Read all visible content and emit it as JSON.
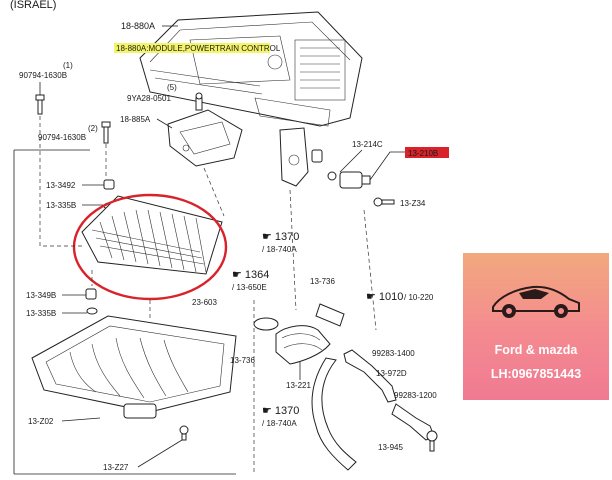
{
  "header": {
    "title": "(ISRAEL)"
  },
  "callouts": {
    "module_ref": "18-880A",
    "module_caption": "18-880A:MODULE,POWERTRAIN CONTROL",
    "bolt_ref_1": "90794-1630B",
    "bolt_ref_1_qty": "(1)",
    "bolt_ref_2": "90794-1630B",
    "bolt_ref_2_qty": "(2)",
    "bulb_ref": "9YA28-0501",
    "bulb_ref_qty": "(5)",
    "bracket_ref": "18-885A",
    "grommet_top": "13-3492",
    "grommet_top_b": "13-335B",
    "grommet_bottom": "13-349B",
    "grommet_bottom_b": "13-335B",
    "sensor_ref": "13-214C",
    "sensor_highlight": "13-210B",
    "screw_ref": "13-Z34",
    "filter_ref": "23-603",
    "lower_case_ref": "13-Z02",
    "clip_ref": "13-Z27",
    "link_1370_a": "1370",
    "link_1370_a_sub": "/ 18-740A",
    "link_1364": "1364",
    "link_1364_sub": "/ 13-650E",
    "hose_ref_736a": "13-736",
    "hose_ref_736b": "13-736",
    "link_1010": "1010",
    "link_1010_sub": "/ 10-220",
    "duct_ref": "13-221",
    "clamp_1400": "99283-1400",
    "hose_972": "13-972D",
    "clamp_1200": "99283-1200",
    "link_1370_b": "1370",
    "link_1370_b_sub": "/ 18-740A",
    "hose_945": "13-945"
  },
  "colors": {
    "highlight_yellow": "#f4f46a",
    "highlight_red": "#d8232a",
    "circle_red": "#d8232a",
    "ad_top": "#f2a97e",
    "ad_bottom": "#f07a92"
  },
  "ad": {
    "icon": "sports-car-icon",
    "brand": "Ford & mazda",
    "phone": "LH:0967851443"
  }
}
